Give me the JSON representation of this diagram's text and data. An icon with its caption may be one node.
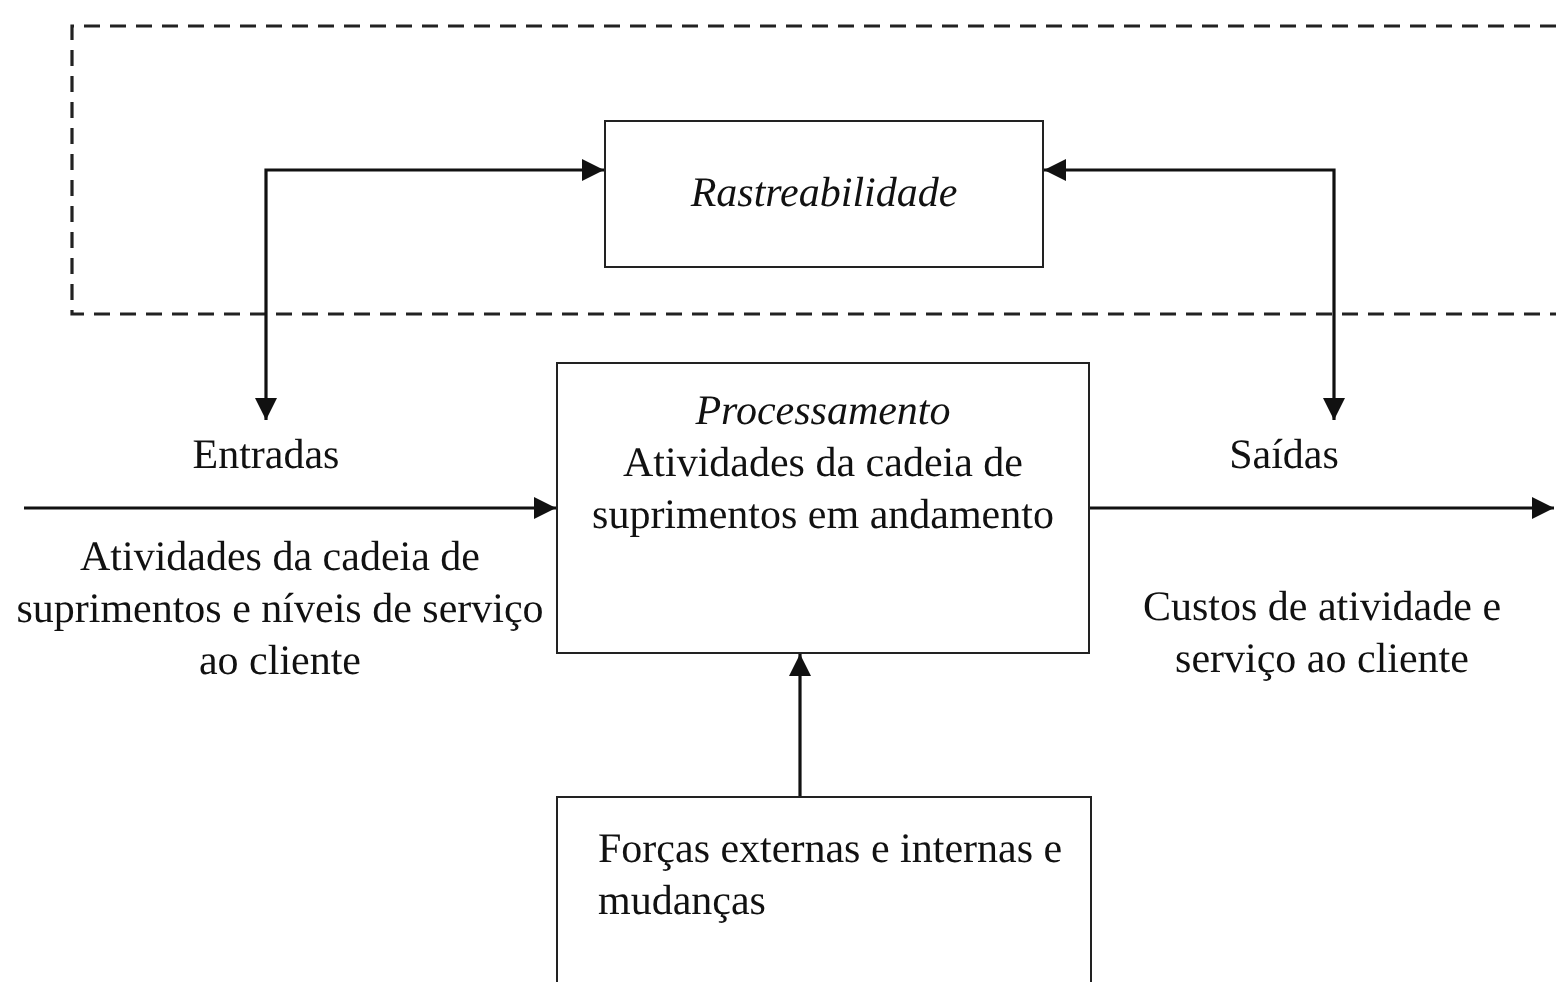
{
  "diagram": {
    "nodes": [
      {
        "text": [
          "Rastreabilidade"
        ]
      },
      {
        "text": [
          "Entradas"
        ]
      },
      {
        "text": [
          "Processamento",
          "Atividades da cadeia de suprimentos em andamento"
        ]
      },
      {
        "text": [
          "Saídas"
        ]
      },
      {
        "text": [
          "Forças externas e internas e mudanças"
        ]
      }
    ],
    "edges": [
      {
        "from": 0,
        "to": 1,
        "arrow": "both"
      },
      {
        "from": 0,
        "to": 3,
        "arrow": "both"
      },
      {
        "from": null,
        "to": 2,
        "arrow": "to"
      },
      {
        "from": 2,
        "to": null,
        "arrow": "to"
      },
      {
        "from": 4,
        "to": 2,
        "arrow": "to"
      }
    ],
    "labels": [
      "Atividades da cadeia de suprimentos e níveis de serviço ao cliente",
      "Custos de atividade e serviço ao cliente"
    ]
  }
}
